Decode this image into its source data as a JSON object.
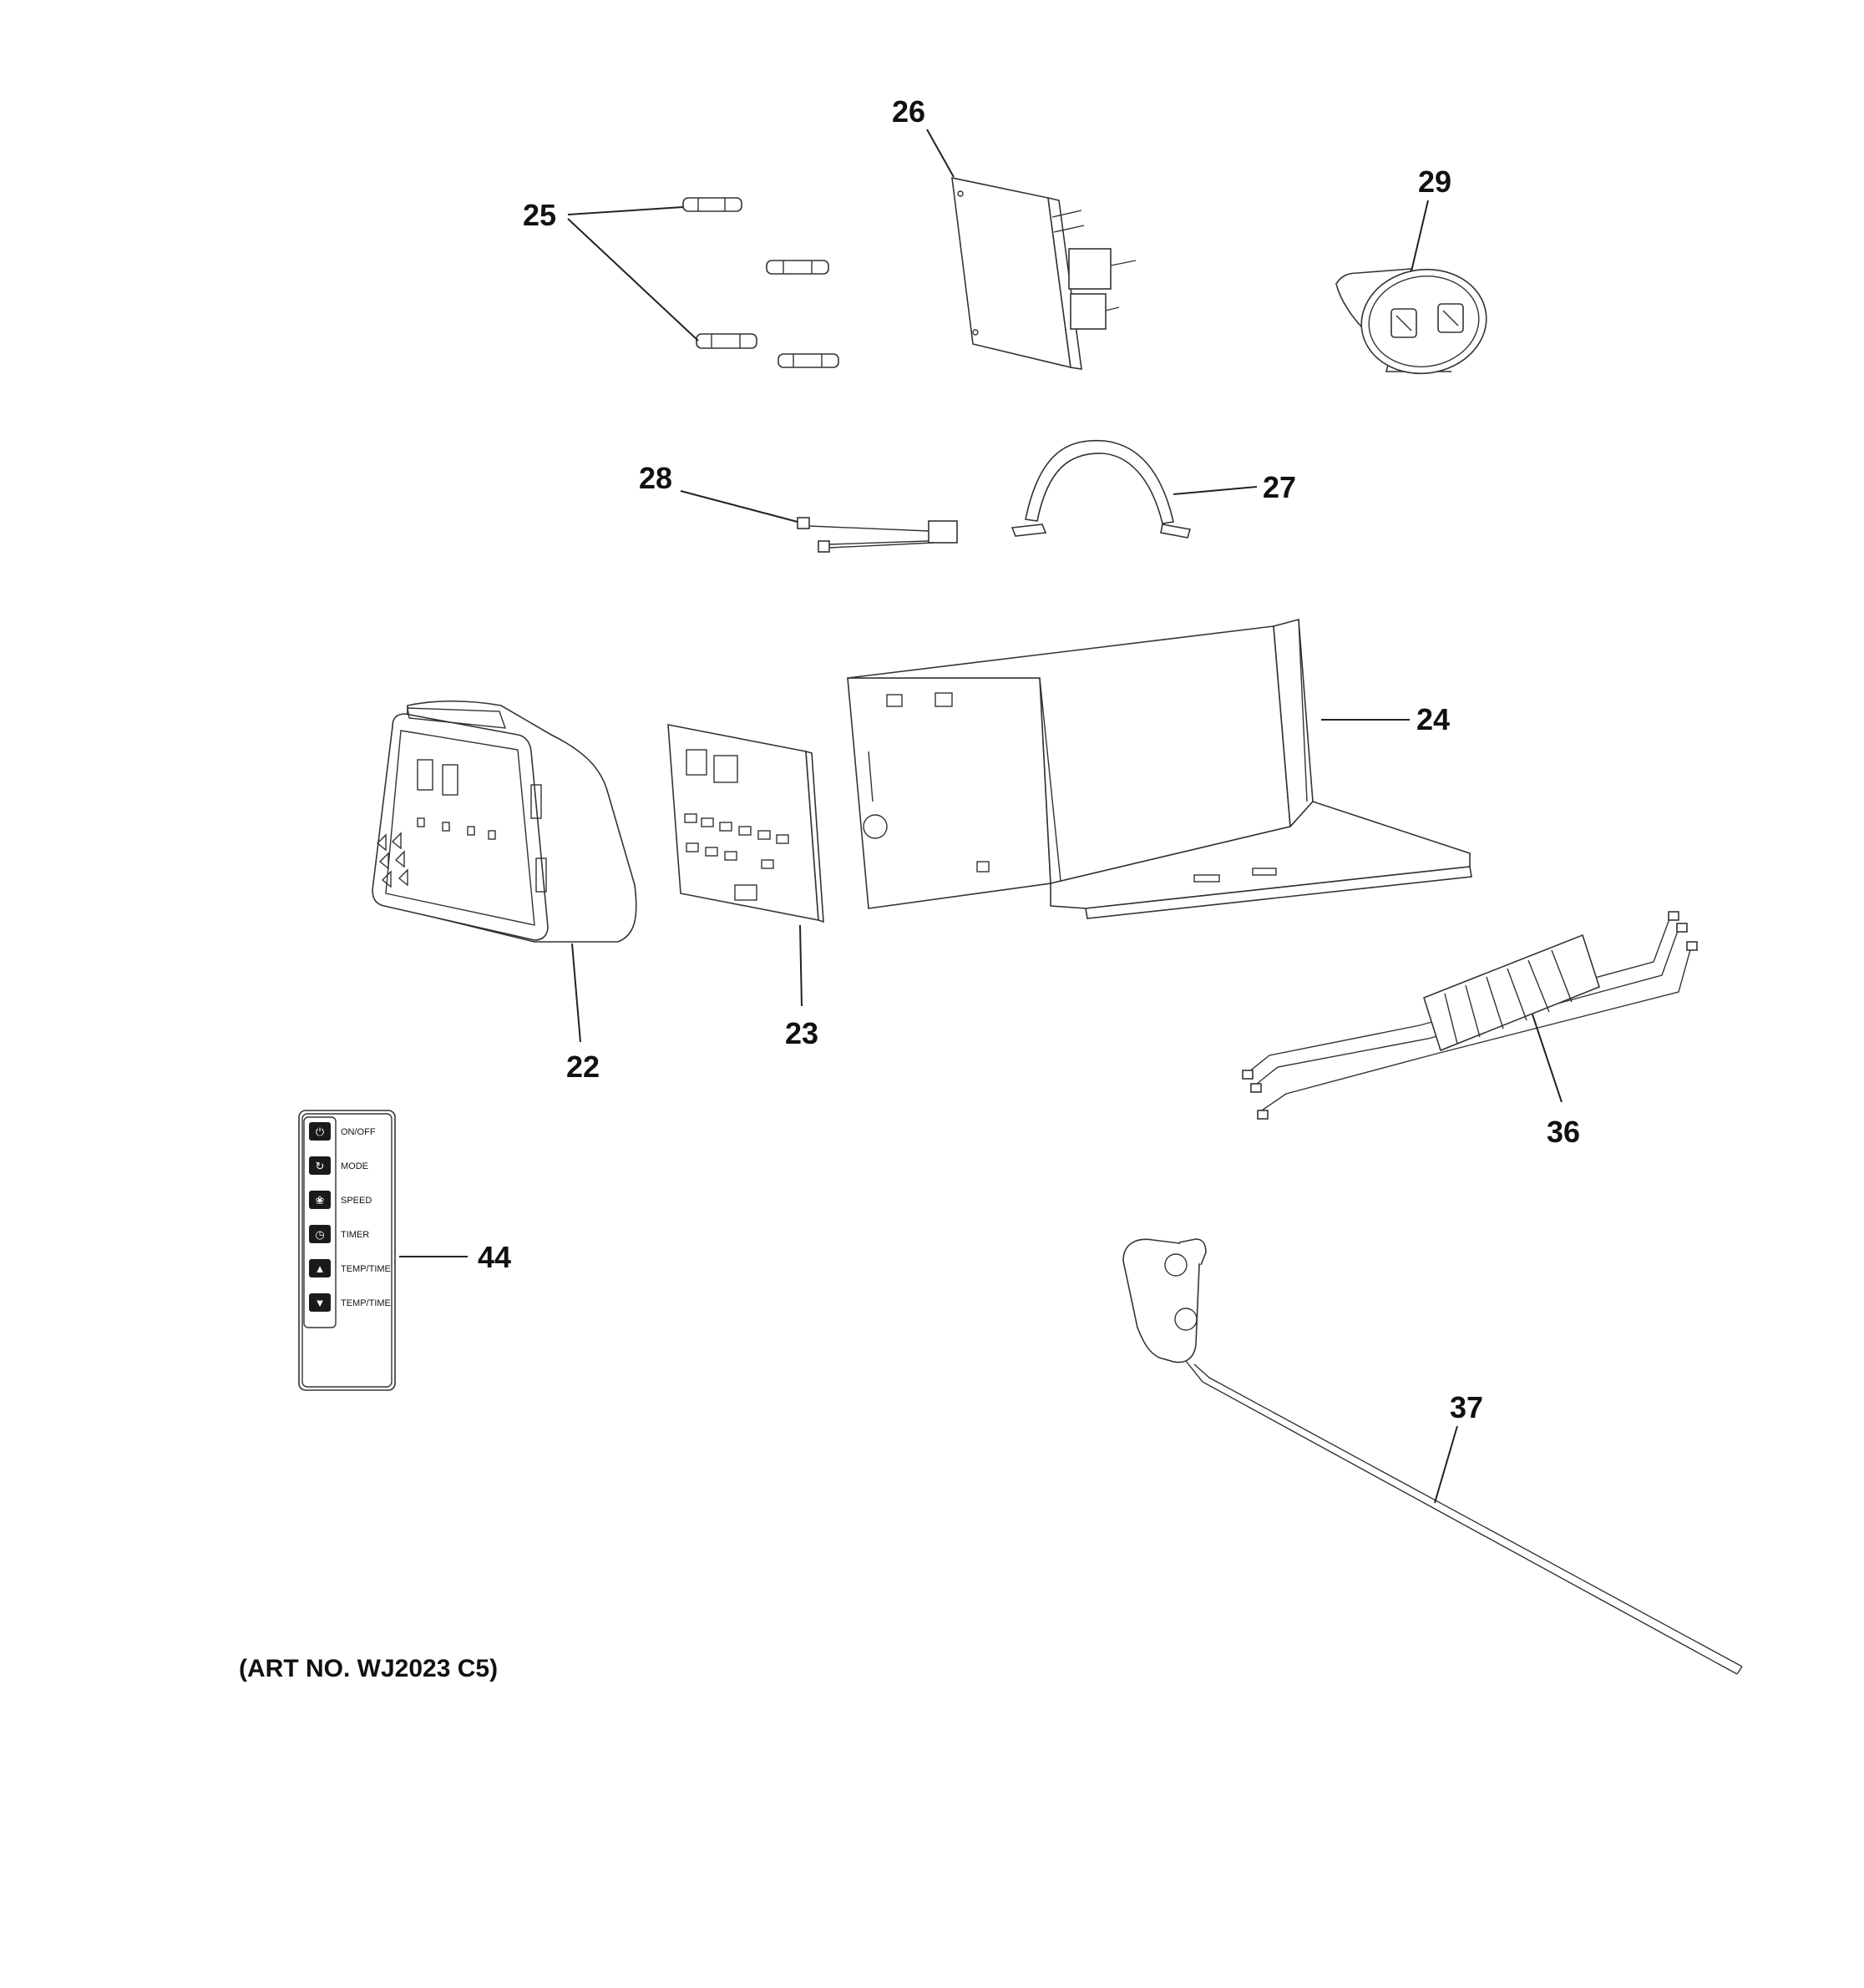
{
  "callouts": {
    "c22": "22",
    "c23": "23",
    "c24": "24",
    "c25": "25",
    "c26": "26",
    "c27": "27",
    "c28": "28",
    "c29": "29",
    "c36": "36",
    "c37": "37",
    "c44": "44"
  },
  "remote": {
    "buttons": [
      {
        "label": "ON/OFF",
        "icon": "power-icon"
      },
      {
        "label": "MODE",
        "icon": "mode-icon"
      },
      {
        "label": "SPEED",
        "icon": "fan-icon"
      },
      {
        "label": "TIMER",
        "icon": "timer-icon"
      },
      {
        "label": "TEMP/TIME",
        "icon": "arrow-up-icon"
      },
      {
        "label": "TEMP/TIME",
        "icon": "arrow-down-icon"
      }
    ]
  },
  "footer": {
    "art_no": "(ART NO. WJ2023 C5)"
  }
}
